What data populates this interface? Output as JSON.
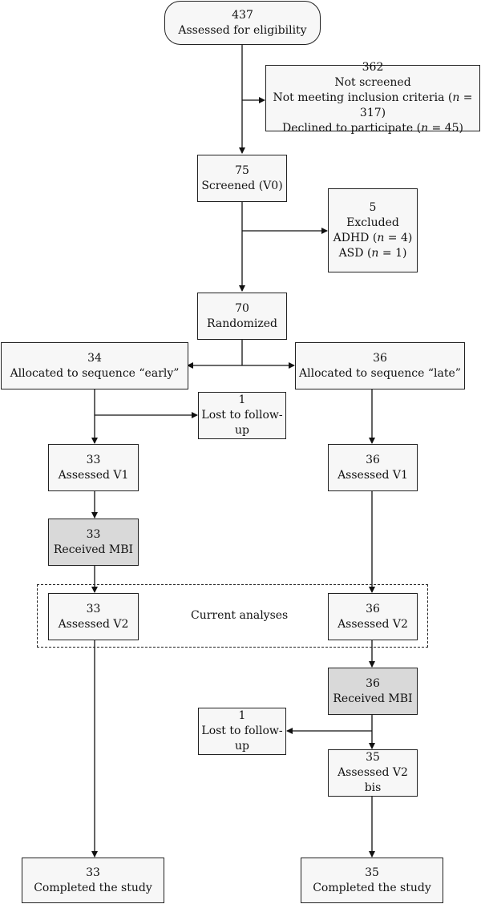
{
  "nodes": {
    "assessed": {
      "count": "437",
      "label": "Assessed for eligibility"
    },
    "notScreened": {
      "count": "362",
      "label": "Not screened",
      "line1_pre": "Not meeting inclusion criteria (",
      "line1_n": "n",
      "line1_post": " = 317)",
      "line2_pre": "Declined to participate (",
      "line2_n": "n",
      "line2_post": " = 45)"
    },
    "screened": {
      "count": "75",
      "label": "Screened (V0)"
    },
    "excluded": {
      "count": "5",
      "label": "Excluded",
      "line1_pre": "ADHD (",
      "line1_n": "n",
      "line1_post": " = 4)",
      "line2_pre": "ASD (",
      "line2_n": "n",
      "line2_post": " = 1)"
    },
    "randomized": {
      "count": "70",
      "label": "Randomized"
    },
    "early": {
      "count": "34",
      "label": "Allocated to sequence “early”"
    },
    "late": {
      "count": "36",
      "label": "Allocated to sequence “late”"
    },
    "lostEarly": {
      "count": "1",
      "label": "Lost to follow-up"
    },
    "earlyV1": {
      "count": "33",
      "label": "Assessed V1"
    },
    "lateV1": {
      "count": "36",
      "label": "Assessed V1"
    },
    "earlyMBI": {
      "count": "33",
      "label": "Received MBI"
    },
    "earlyV2": {
      "count": "33",
      "label": "Assessed V2"
    },
    "lateV2": {
      "count": "36",
      "label": "Assessed V2"
    },
    "lateMBI": {
      "count": "36",
      "label": "Received MBI"
    },
    "lostLate": {
      "count": "1",
      "label": "Lost to follow-up"
    },
    "lateV2bis": {
      "count": "35",
      "label": "Assessed V2 bis"
    },
    "earlyDone": {
      "count": "33",
      "label": "Completed the study"
    },
    "lateDone": {
      "count": "35",
      "label": "Completed the study"
    }
  },
  "annotations": {
    "current_analyses": "Current analyses"
  }
}
